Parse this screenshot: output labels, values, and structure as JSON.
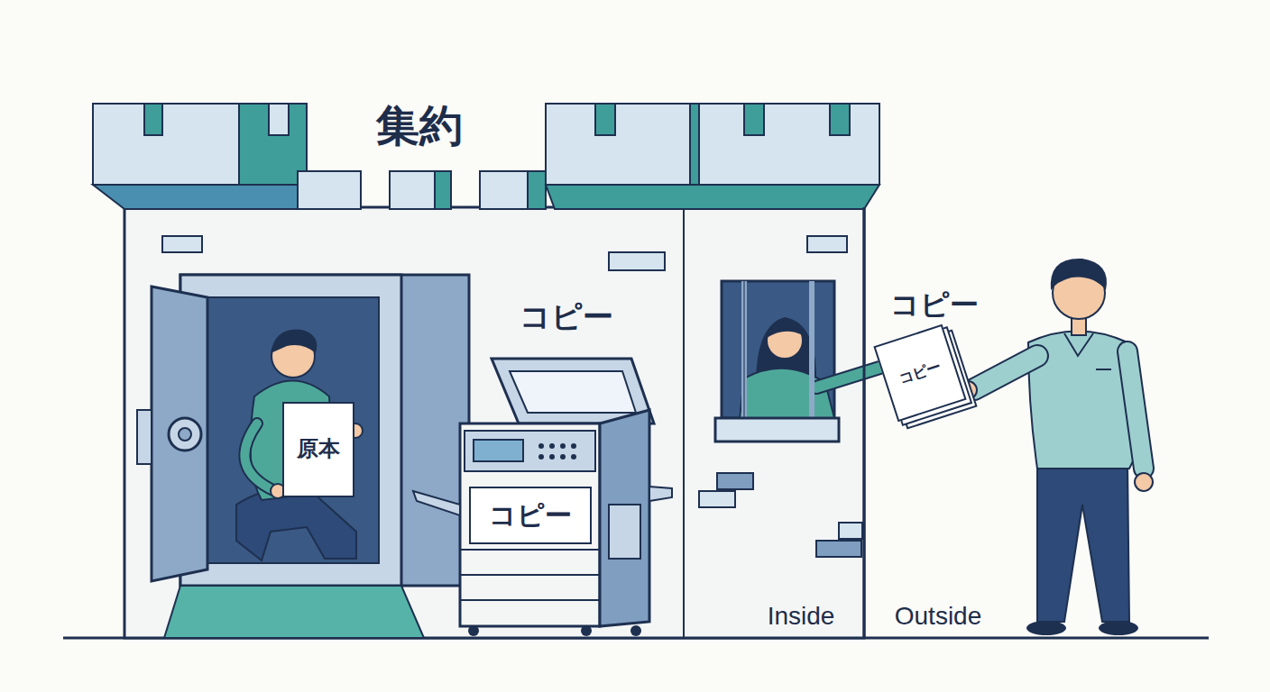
{
  "diagram": {
    "title": "集約",
    "nodes": [
      {
        "text": [
          "原本"
        ]
      },
      {
        "text": [
          "コピー"
        ]
      },
      {
        "text": [
          "コピー"
        ]
      }
    ],
    "labels": [
      "コピー",
      "コピー",
      "Inside",
      "Outside"
    ]
  }
}
